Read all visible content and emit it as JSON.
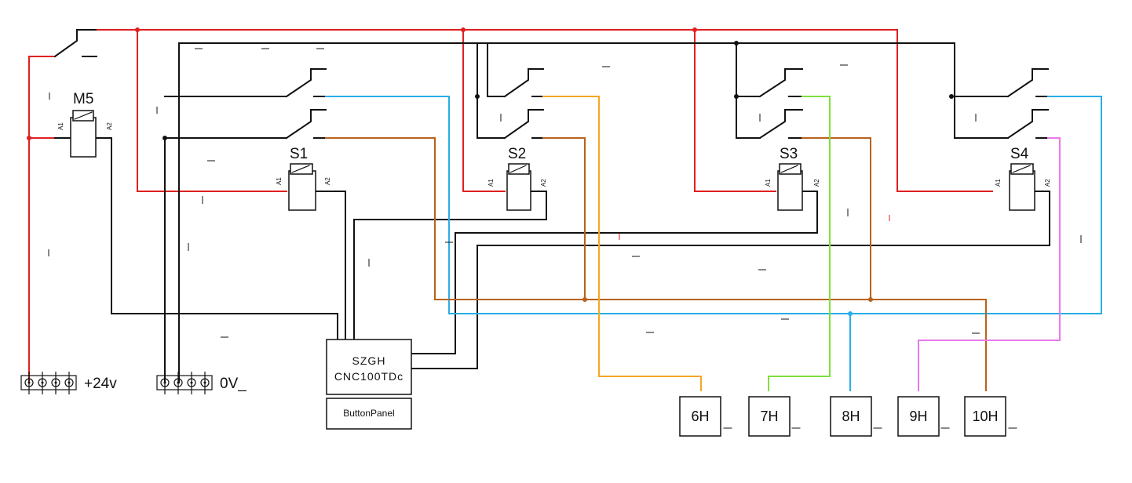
{
  "diagram": {
    "relay_main": {
      "label": "M5",
      "pin_a1": "A1",
      "pin_a2": "A2"
    },
    "relays": [
      {
        "label": "S1",
        "pin_a1": "A1",
        "pin_a2": "A2"
      },
      {
        "label": "S2",
        "pin_a1": "A1",
        "pin_a2": "A2"
      },
      {
        "label": "S3",
        "pin_a1": "A1",
        "pin_a2": "A2"
      },
      {
        "label": "S4",
        "pin_a1": "A1",
        "pin_a2": "A2"
      }
    ],
    "terminals": [
      {
        "label": "+24v"
      },
      {
        "label": "0V_"
      }
    ],
    "controller": {
      "line1": "SZGH",
      "line2": "CNC100TDc"
    },
    "button_panel": {
      "label": "ButtonPanel"
    },
    "outputs": [
      {
        "label": "6H"
      },
      {
        "label": "7H"
      },
      {
        "label": "8H"
      },
      {
        "label": "9H"
      },
      {
        "label": "10H"
      }
    ],
    "wire_colors": {
      "power": "#e02020",
      "common": "#111111",
      "blue": "#27aee8",
      "brown": "#b8621b",
      "orange": "#f5a623",
      "green": "#7de03a",
      "pink": "#e87ae8"
    }
  }
}
